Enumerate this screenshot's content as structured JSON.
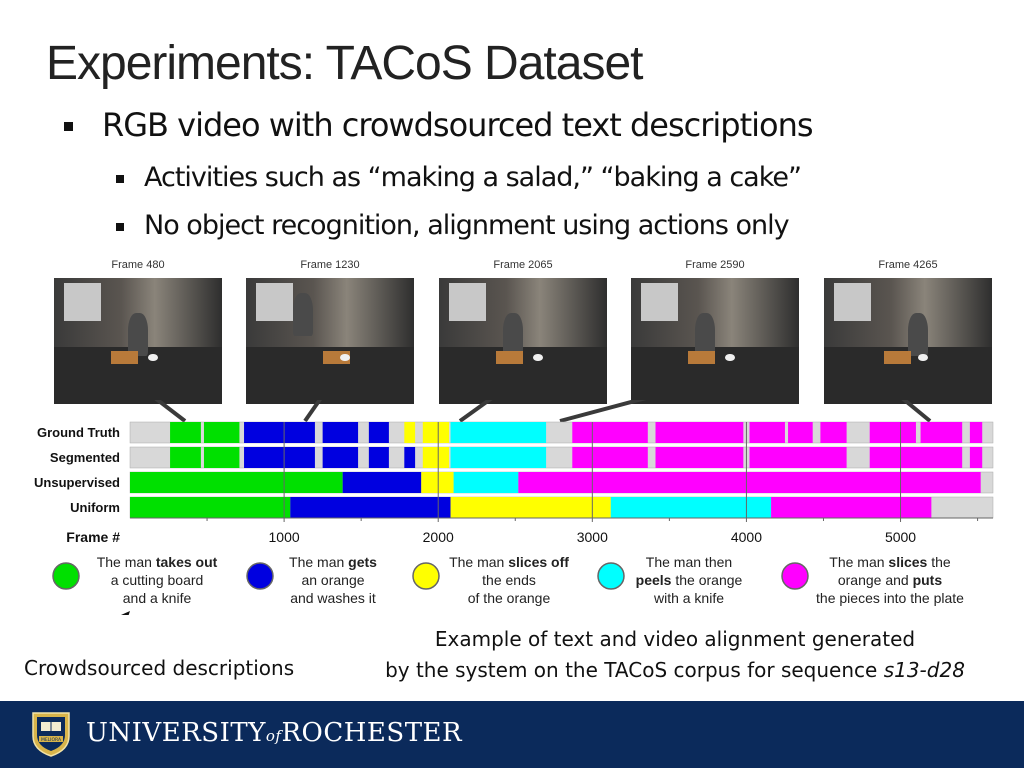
{
  "slide": {
    "title": "Experiments: TACoS Dataset",
    "bullets": [
      "RGB video with crowdsourced text descriptions",
      "Activities such as “making a salad,” “baking a cake”",
      "No object recognition, alignment using actions only"
    ]
  },
  "frames": [
    "Frame 480",
    "Frame 1230",
    "Frame 2065",
    "Frame 2590",
    "Frame 4265"
  ],
  "chart_data": {
    "type": "timeline",
    "rows": [
      "Ground Truth",
      "Segmented",
      "Unsupervised",
      "Uniform"
    ],
    "xaxis_label": "Frame #",
    "xticks": [
      1000,
      2000,
      3000,
      4000,
      5000
    ],
    "xlim": [
      0,
      5600
    ],
    "colors": {
      "takes_out": "#00e000",
      "gets": "#0000e0",
      "slices_off": "#ffff00",
      "peels": "#00ffff",
      "slices": "#ff00ff",
      "background": "#d8d8d8"
    },
    "segments": {
      "Ground Truth": [
        [
          260,
          460,
          "takes_out"
        ],
        [
          480,
          710,
          "takes_out"
        ],
        [
          740,
          1200,
          "gets"
        ],
        [
          1250,
          1480,
          "gets"
        ],
        [
          1550,
          1680,
          "gets"
        ],
        [
          1780,
          1850,
          "slices_off"
        ],
        [
          1900,
          2070,
          "slices_off"
        ],
        [
          2080,
          2700,
          "peels"
        ],
        [
          2870,
          3360,
          "slices"
        ],
        [
          3410,
          3980,
          "slices"
        ],
        [
          4020,
          4250,
          "slices"
        ],
        [
          4270,
          4430,
          "slices"
        ],
        [
          4480,
          4650,
          "slices"
        ],
        [
          4800,
          5100,
          "slices"
        ],
        [
          5130,
          5400,
          "slices"
        ],
        [
          5450,
          5530,
          "slices"
        ]
      ],
      "Segmented": [
        [
          260,
          460,
          "takes_out"
        ],
        [
          480,
          710,
          "takes_out"
        ],
        [
          740,
          1200,
          "gets"
        ],
        [
          1250,
          1480,
          "gets"
        ],
        [
          1550,
          1680,
          "gets"
        ],
        [
          1780,
          1850,
          "gets"
        ],
        [
          1900,
          2070,
          "slices_off"
        ],
        [
          2080,
          2700,
          "peels"
        ],
        [
          2870,
          3360,
          "slices"
        ],
        [
          3410,
          3980,
          "slices"
        ],
        [
          4020,
          4650,
          "slices"
        ],
        [
          4800,
          5400,
          "slices"
        ],
        [
          5450,
          5530,
          "slices"
        ]
      ],
      "Unsupervised": [
        [
          0,
          1380,
          "takes_out"
        ],
        [
          1380,
          1890,
          "gets"
        ],
        [
          1890,
          2100,
          "slices_off"
        ],
        [
          2100,
          2520,
          "peels"
        ],
        [
          2520,
          5520,
          "slices"
        ]
      ],
      "Uniform": [
        [
          0,
          1040,
          "takes_out"
        ],
        [
          1040,
          2080,
          "gets"
        ],
        [
          2080,
          3120,
          "slices_off"
        ],
        [
          3120,
          4160,
          "peels"
        ],
        [
          4160,
          5200,
          "slices"
        ]
      ]
    },
    "legend": [
      {
        "key": "takes_out",
        "lines": [
          [
            "The man ",
            "takes out"
          ],
          [
            "a cutting board",
            ""
          ],
          [
            "and a knife",
            ""
          ]
        ]
      },
      {
        "key": "gets",
        "lines": [
          [
            "The man ",
            "gets"
          ],
          [
            "an orange",
            ""
          ],
          [
            "and washes it",
            ""
          ]
        ]
      },
      {
        "key": "slices_off",
        "lines": [
          [
            "The man ",
            "slices off"
          ],
          [
            "the ends",
            ""
          ],
          [
            "of the orange",
            ""
          ]
        ]
      },
      {
        "key": "peels",
        "lines": [
          [
            "The man then",
            ""
          ],
          [
            "peels",
            " the orange"
          ],
          [
            "with a knife",
            ""
          ]
        ]
      },
      {
        "key": "slices",
        "lines": [
          [
            "The man ",
            "slices",
            " the"
          ],
          [
            "orange and ",
            "puts"
          ],
          [
            "the pieces into the plate",
            ""
          ]
        ]
      }
    ]
  },
  "crowd_label": "Crowdsourced descriptions",
  "caption": {
    "line1": "Example of text and video alignment generated",
    "line2_prefix": "by the system on the TACoS corpus for sequence ",
    "line2_italic": "s13-d28"
  },
  "footer": {
    "university_a": "UNIVERSITY",
    "university_of": "of",
    "university_b": "ROCHESTER",
    "logo_text": "MELIORA"
  }
}
